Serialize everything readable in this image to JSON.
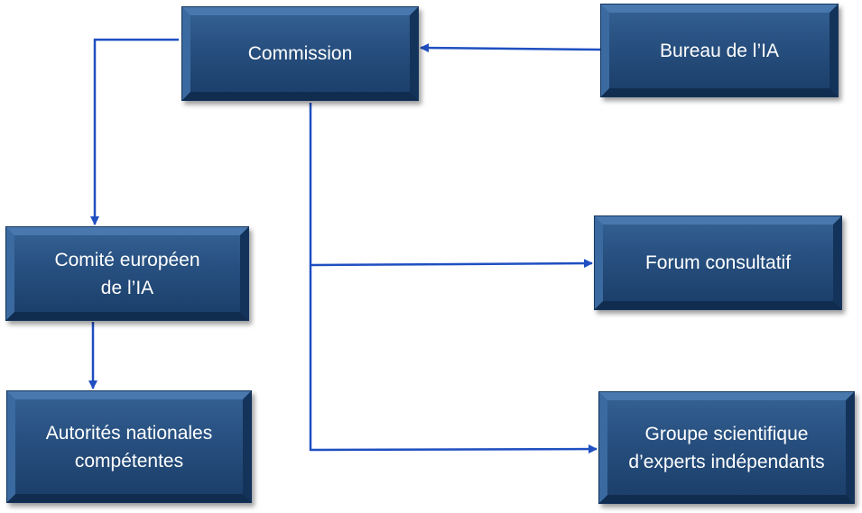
{
  "diagram": {
    "line_color": "#1f4fc1",
    "node_color": "#234d7f",
    "text_color": "#ffffff",
    "nodes": {
      "commission": "Commission",
      "bureau": "Bureau de l’IA",
      "comite": "Comité européen\nde l’IA",
      "autorites": "Autorités nationales\ncompétentes",
      "forum": "Forum consultatif",
      "groupe": "Groupe scientifique\nd’experts indépendants"
    },
    "edges": [
      {
        "from": "bureau",
        "to": "commission"
      },
      {
        "from": "commission",
        "to": "comite"
      },
      {
        "from": "comite",
        "to": "autorites"
      },
      {
        "from": "commission",
        "to": "forum"
      },
      {
        "from": "commission",
        "to": "groupe"
      }
    ]
  }
}
